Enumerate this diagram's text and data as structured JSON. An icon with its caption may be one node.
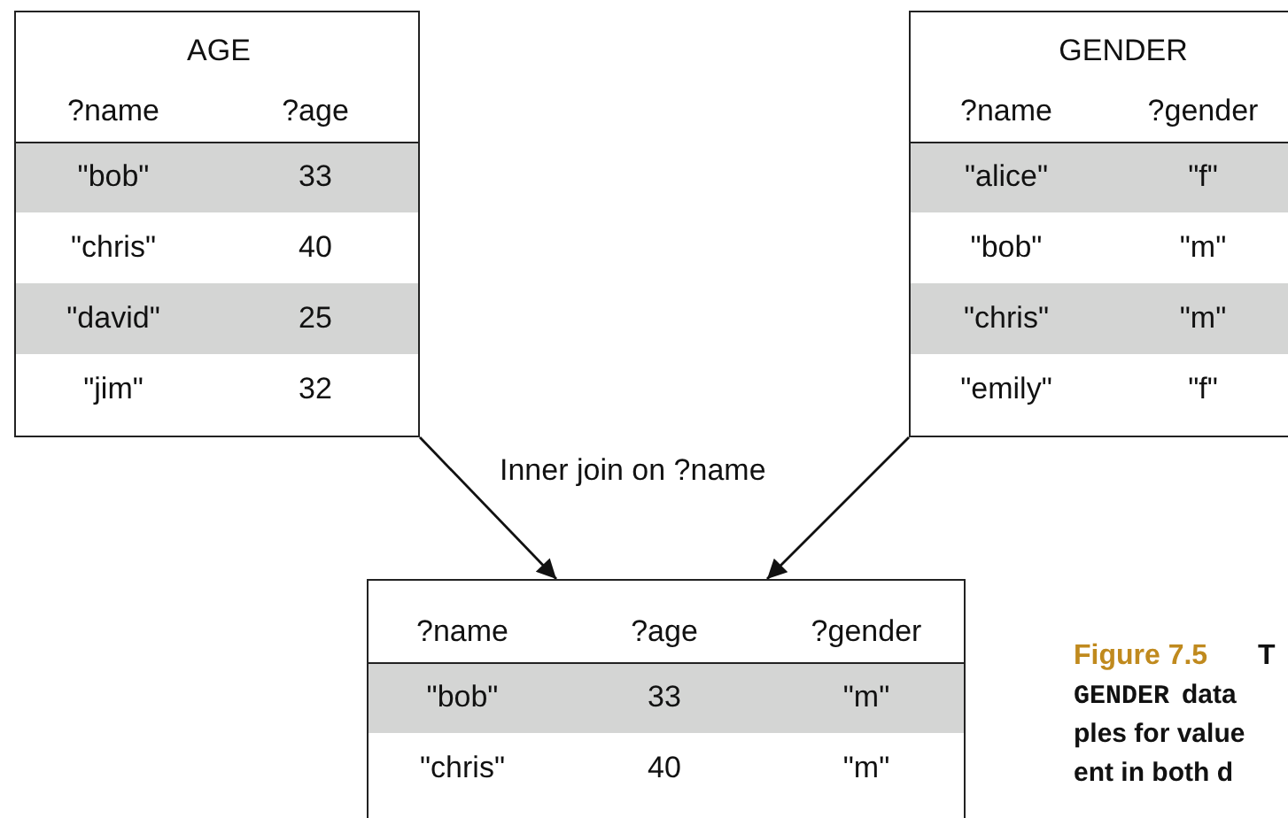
{
  "diagram": {
    "nodes": [
      {
        "text": [
          "AGE",
          "?name",
          "?age",
          "\"bob\"",
          "33",
          "\"chris\"",
          "40",
          "\"david\"",
          "25",
          "\"jim\"",
          "32"
        ]
      },
      {
        "text": [
          "GENDER",
          "?name",
          "?gender",
          "\"alice\"",
          "\"f\"",
          "\"bob\"",
          "\"m\"",
          "\"chris\"",
          "\"m\"",
          "\"emily\"",
          "\"f\""
        ]
      },
      {
        "text": [
          "?name",
          "?age",
          "?gender",
          "\"bob\"",
          "33",
          "\"m\"",
          "\"chris\"",
          "40",
          "\"m\""
        ]
      }
    ],
    "edges": [
      {
        "from": 0,
        "to": 2,
        "arrow": "to"
      },
      {
        "from": 1,
        "to": 2,
        "arrow": "to"
      }
    ],
    "labels": [
      "Inner join on ?name",
      "Figure 7.5",
      "T",
      "GENDER",
      "data",
      "ples for value",
      "ent in both d"
    ]
  }
}
